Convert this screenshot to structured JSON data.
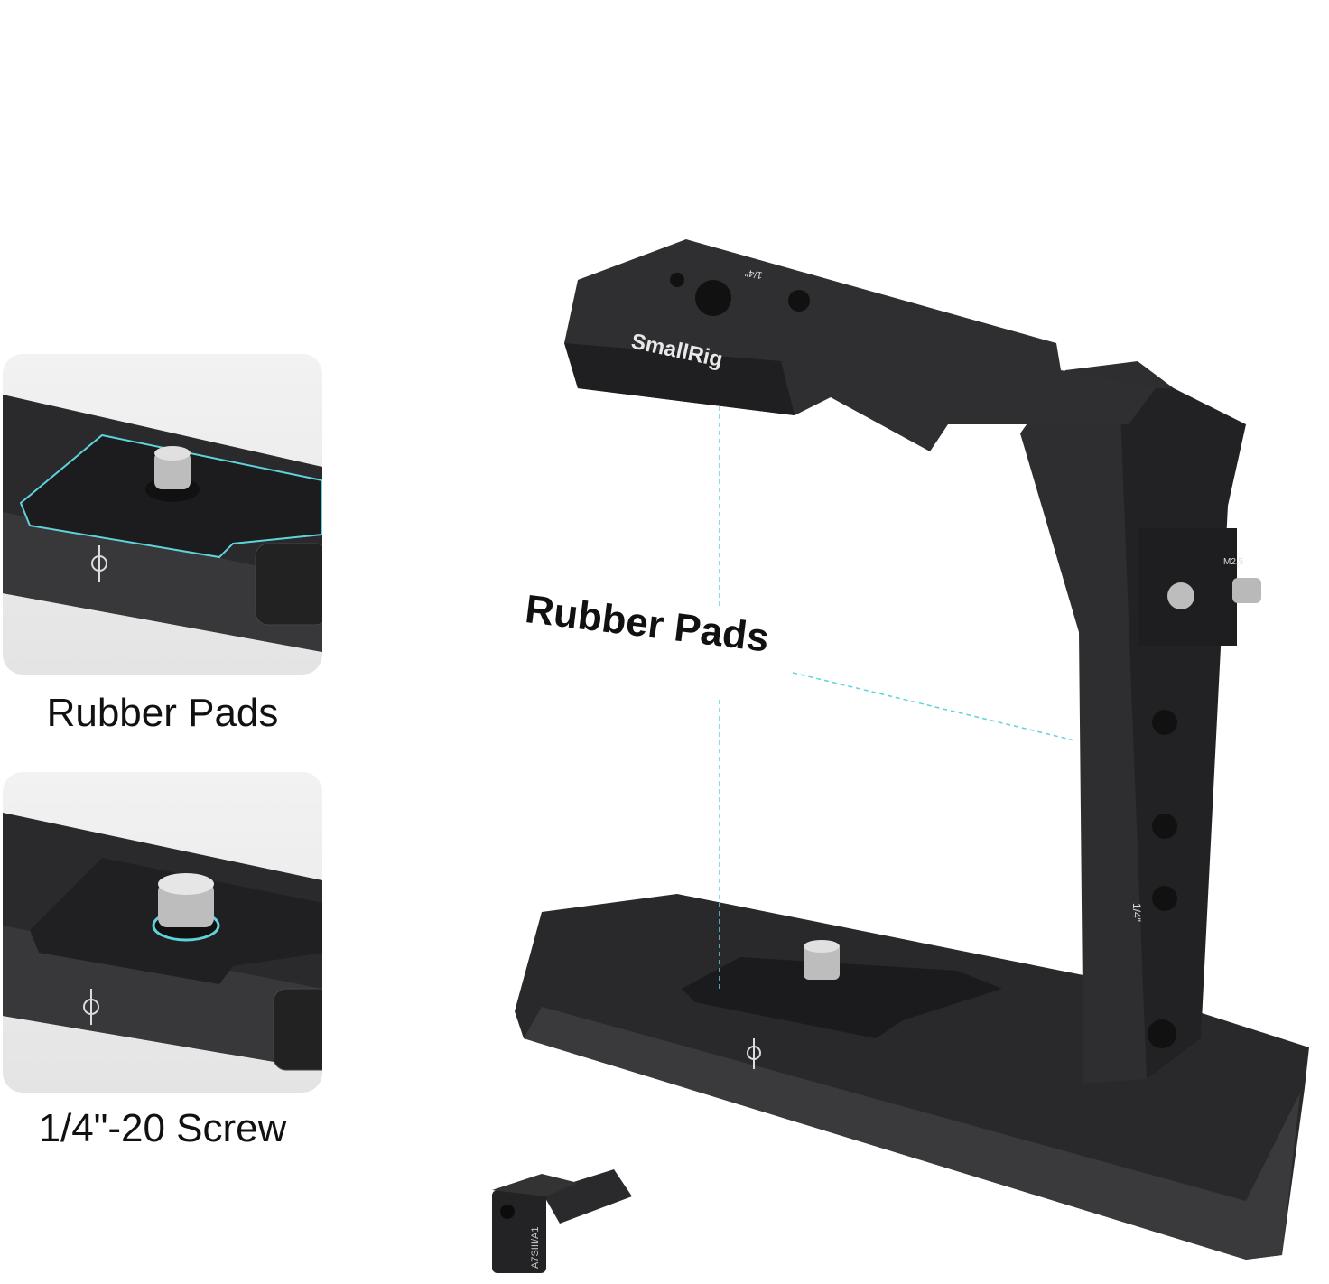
{
  "panels": [
    {
      "label": "Rubber Pads"
    },
    {
      "label": "1/4\"-20 Screw"
    }
  ],
  "center_label": "Rubber Pads",
  "product": {
    "brand_logo": "SmallRig",
    "top_marking": "1/4\"",
    "side_marking": "1/4\"",
    "clamp_marking": "M2.5",
    "accessory_marking": "A7SIII/A1"
  },
  "colors": {
    "accent_line": "#5fd3dc",
    "metal": "#2b2b2d"
  }
}
